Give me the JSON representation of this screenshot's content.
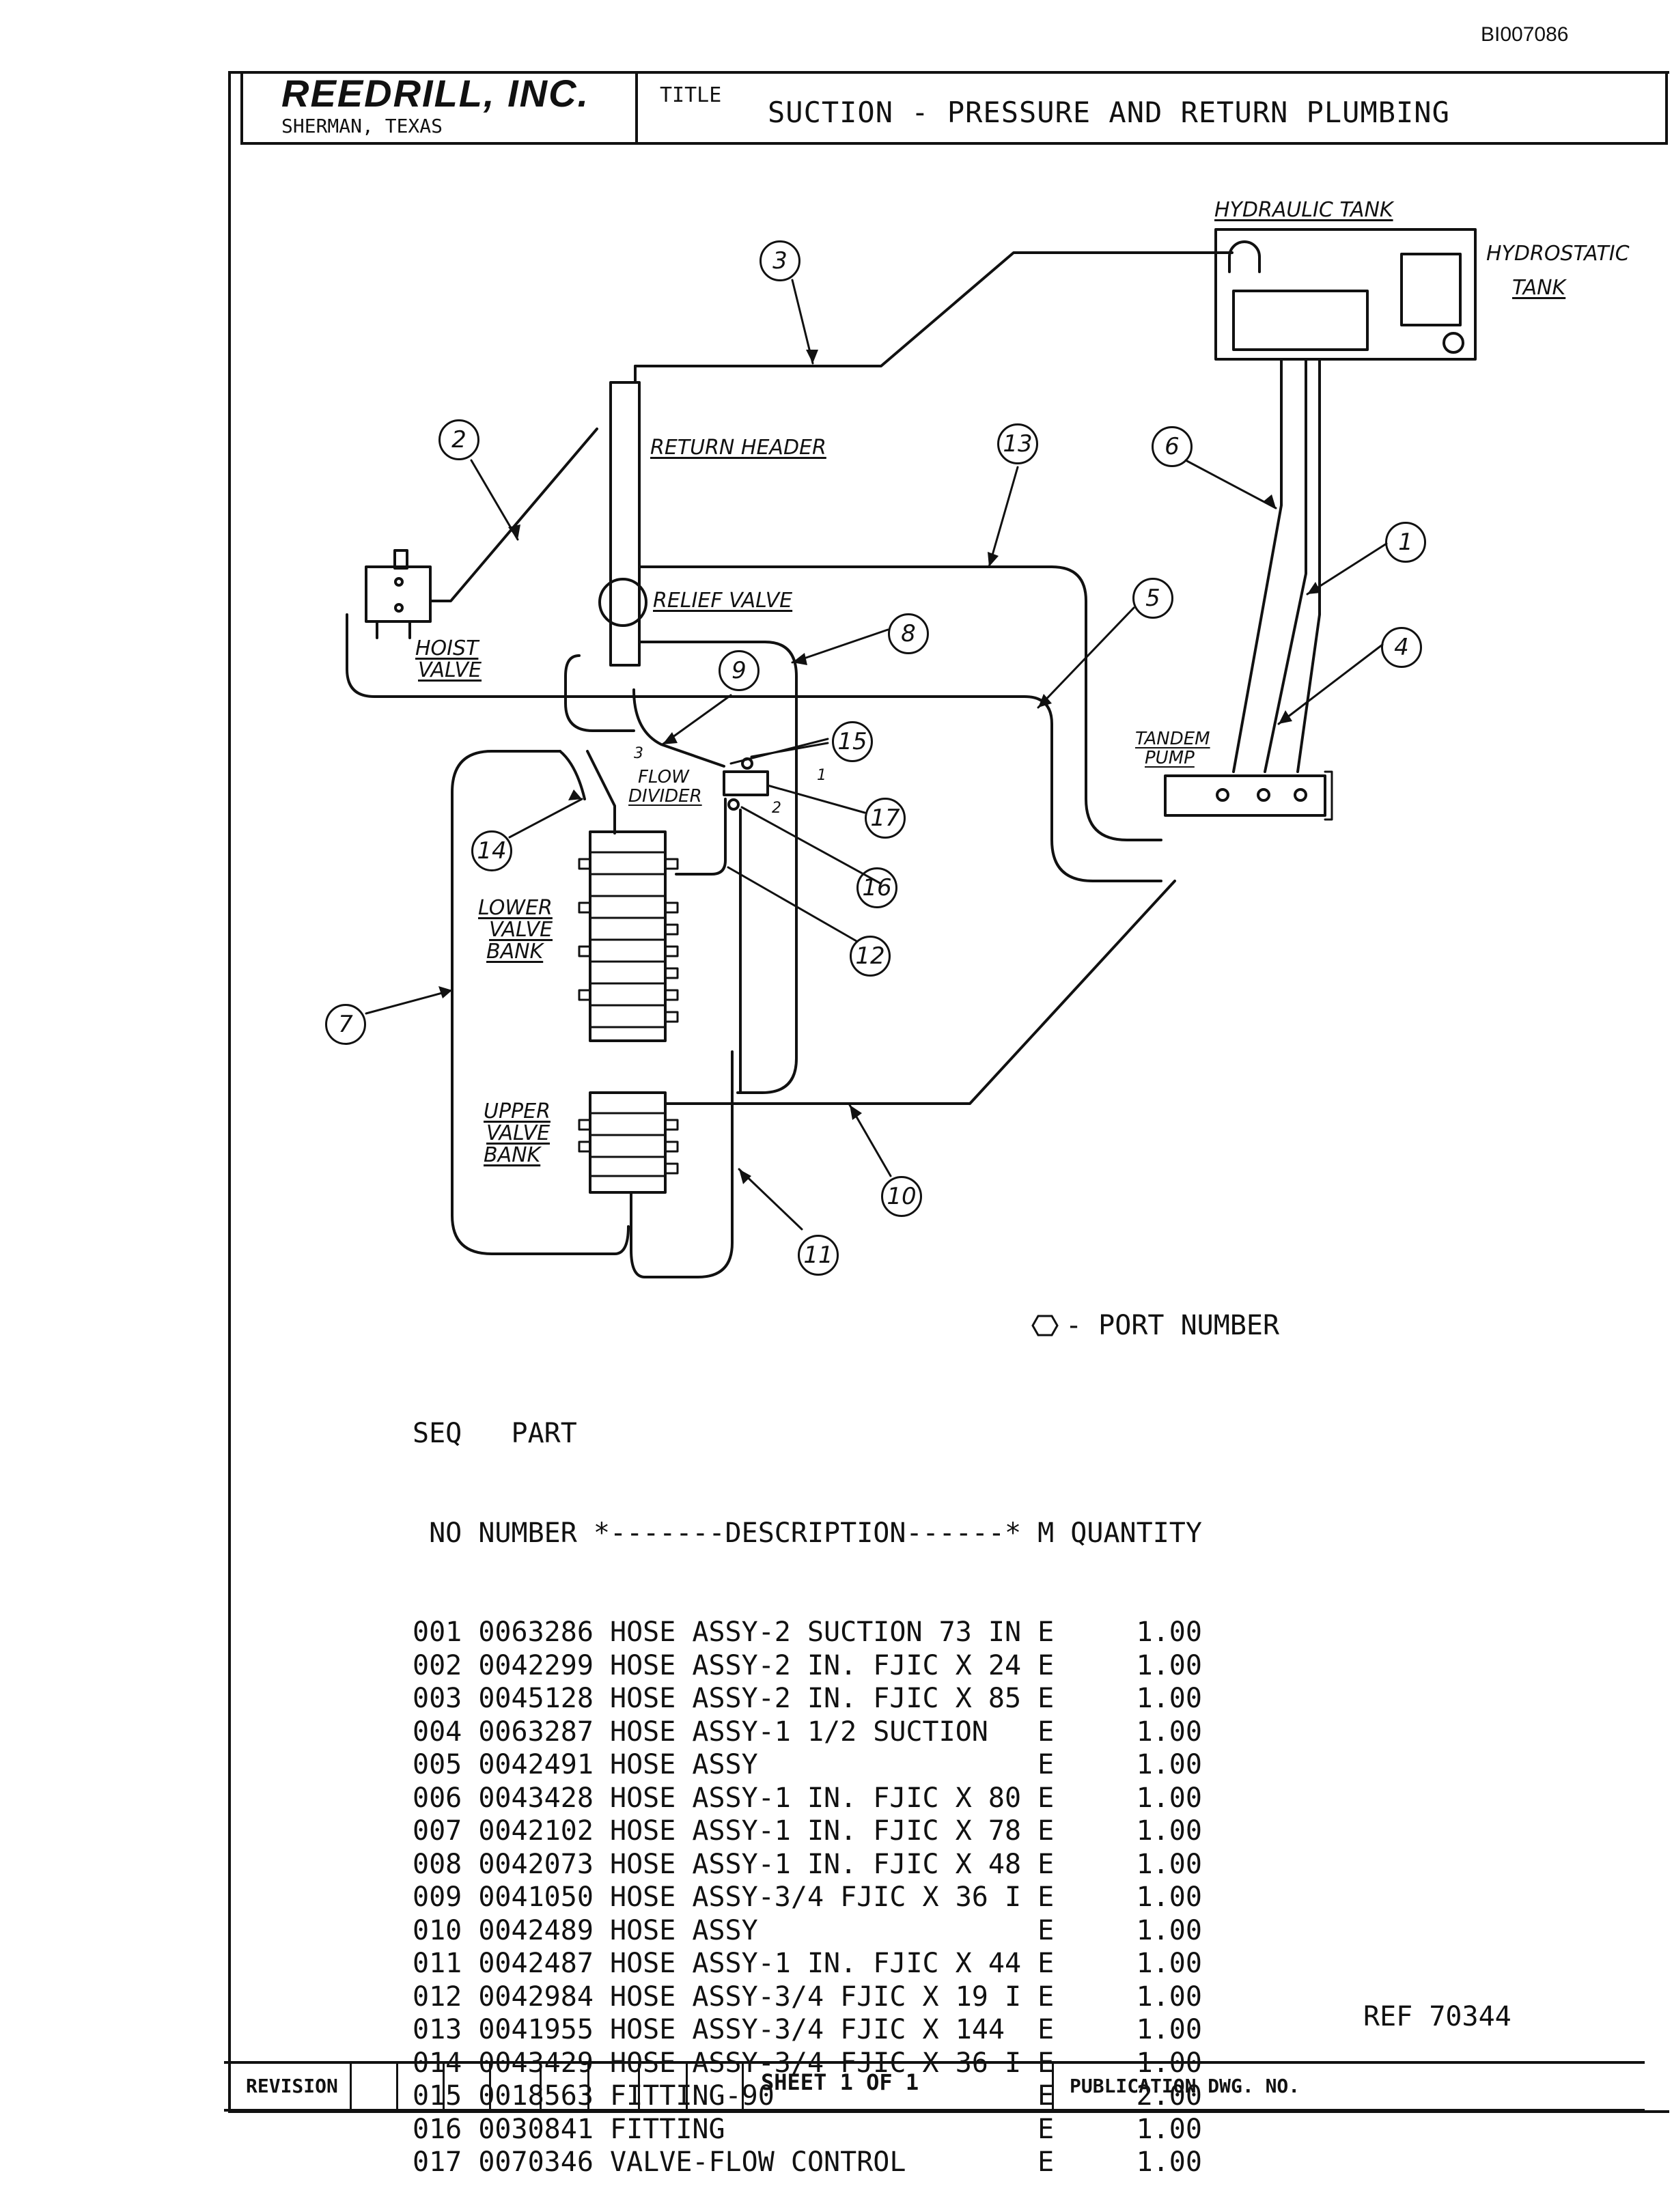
{
  "document_id": "BI007086",
  "header": {
    "company": "REEDRILL, INC.",
    "location": "SHERMAN, TEXAS",
    "title_label": "TITLE",
    "title": "SUCTION - PRESSURE AND RETURN PLUMBING"
  },
  "diagram_labels": {
    "hydraulic_tank": "HYDRAULIC TANK",
    "hydrostatic_tank_1": "HYDROSTATIC",
    "hydrostatic_tank_2": "TANK",
    "return_header": "RETURN HEADER",
    "relief_valve": "RELIEF VALVE",
    "hoist_valve_1": "HOIST",
    "hoist_valve_2": "VALVE",
    "tandem_pump_1": "TANDEM",
    "tandem_pump_2": "PUMP",
    "flow_divider_1": "FLOW",
    "flow_divider_2": "DIVIDER",
    "lower_valve_bank_1": "LOWER",
    "lower_valve_bank_2": "VALVE",
    "lower_valve_bank_3": "BANK",
    "upper_valve_bank_1": "UPPER",
    "upper_valve_bank_2": "VALVE",
    "upper_valve_bank_3": "BANK",
    "port_1": "1",
    "port_2": "2",
    "port_3": "3"
  },
  "callouts": [
    "1",
    "2",
    "3",
    "4",
    "5",
    "6",
    "7",
    "8",
    "9",
    "10",
    "11",
    "12",
    "13",
    "14",
    "15",
    "16",
    "17"
  ],
  "port_legend": "- PORT NUMBER",
  "parts_list": {
    "header_line1": "SEQ   PART",
    "header_line2": " NO NUMBER *-------DESCRIPTION------* M QUANTITY",
    "rows": [
      {
        "seq": "001",
        "part": "0063286",
        "desc": "HOSE ASSY-2 SUCTION 73 IN",
        "m": "E",
        "qty": "1.00"
      },
      {
        "seq": "002",
        "part": "0042299",
        "desc": "HOSE ASSY-2 IN. FJIC X 24",
        "m": "E",
        "qty": "1.00"
      },
      {
        "seq": "003",
        "part": "0045128",
        "desc": "HOSE ASSY-2 IN. FJIC X 85",
        "m": "E",
        "qty": "1.00"
      },
      {
        "seq": "004",
        "part": "0063287",
        "desc": "HOSE ASSY-1 1/2 SUCTION",
        "m": "E",
        "qty": "1.00"
      },
      {
        "seq": "005",
        "part": "0042491",
        "desc": "HOSE ASSY",
        "m": "E",
        "qty": "1.00"
      },
      {
        "seq": "006",
        "part": "0043428",
        "desc": "HOSE ASSY-1 IN. FJIC X 80",
        "m": "E",
        "qty": "1.00"
      },
      {
        "seq": "007",
        "part": "0042102",
        "desc": "HOSE ASSY-1 IN. FJIC X 78",
        "m": "E",
        "qty": "1.00"
      },
      {
        "seq": "008",
        "part": "0042073",
        "desc": "HOSE ASSY-1 IN. FJIC X 48",
        "m": "E",
        "qty": "1.00"
      },
      {
        "seq": "009",
        "part": "0041050",
        "desc": "HOSE ASSY-3/4 FJIC X 36 I",
        "m": "E",
        "qty": "1.00"
      },
      {
        "seq": "010",
        "part": "0042489",
        "desc": "HOSE ASSY",
        "m": "E",
        "qty": "1.00"
      },
      {
        "seq": "011",
        "part": "0042487",
        "desc": "HOSE ASSY-1 IN. FJIC X 44",
        "m": "E",
        "qty": "1.00"
      },
      {
        "seq": "012",
        "part": "0042984",
        "desc": "HOSE ASSY-3/4 FJIC X 19 I",
        "m": "E",
        "qty": "1.00"
      },
      {
        "seq": "013",
        "part": "0041955",
        "desc": "HOSE ASSY-3/4 FJIC X 144",
        "m": "E",
        "qty": "1.00"
      },
      {
        "seq": "014",
        "part": "0043429",
        "desc": "HOSE ASSY-3/4 FJIC X 36 I",
        "m": "E",
        "qty": "1.00"
      },
      {
        "seq": "015",
        "part": "0018563",
        "desc": "FITTING-90",
        "m": "E",
        "qty": "2.00"
      },
      {
        "seq": "016",
        "part": "0030841",
        "desc": "FITTING",
        "m": "E",
        "qty": "1.00"
      },
      {
        "seq": "017",
        "part": "0070346",
        "desc": "VALVE-FLOW CONTROL",
        "m": "E",
        "qty": "1.00"
      }
    ]
  },
  "ref": "REF 70344",
  "footer": {
    "revision_label": "REVISION",
    "sheet_label": "SHEET 1 OF 1",
    "publication_label": "PUBLICATION DWG. NO."
  }
}
